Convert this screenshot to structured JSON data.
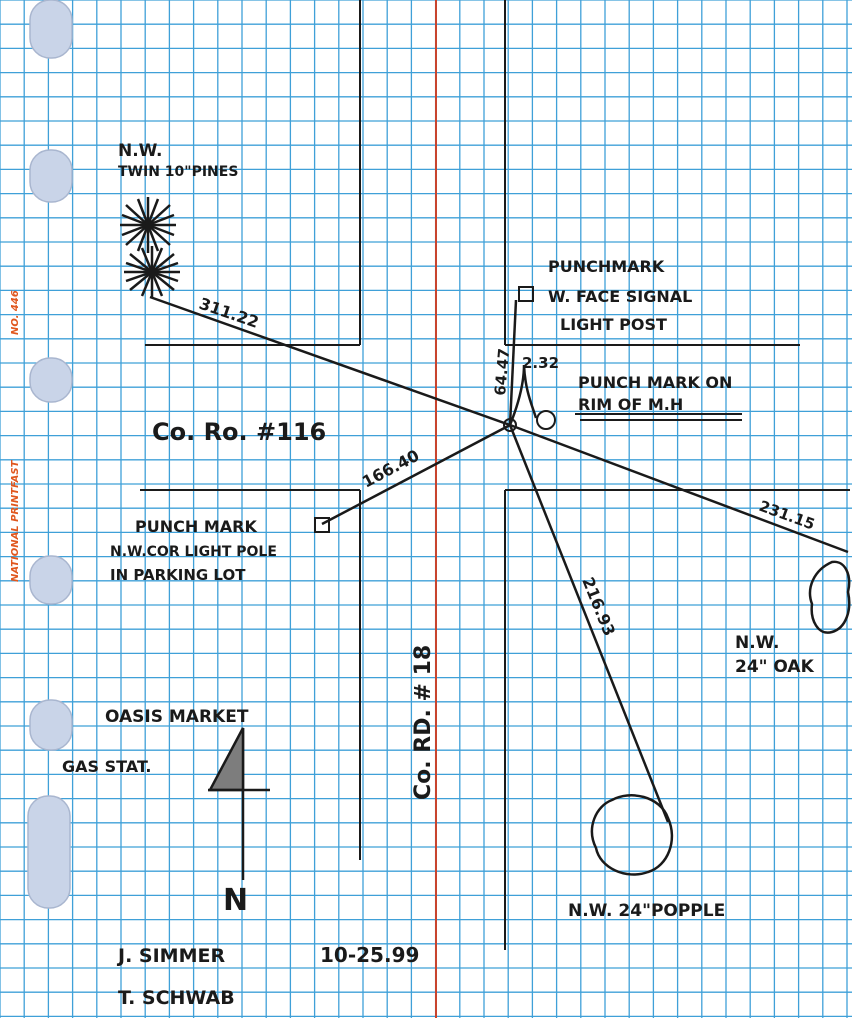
{
  "colors": {
    "grid": "#3fa0d8",
    "margin_line": "#c8442e",
    "ink": "#1a1a1a",
    "hole": "#c9d4e8",
    "brand": "#e0571e"
  },
  "margin_brand": {
    "number": "NO. 446",
    "name": "NATIONAL PRINTFAST"
  },
  "labels": {
    "nw_pines_1": "N.W.",
    "nw_pines_2": "TWIN 10\"PINES",
    "signal_1": "PUNCHMARK",
    "signal_2": "W. FACE SIGNAL",
    "signal_3": "LIGHT POST",
    "mh_1": "PUNCH MARK ON",
    "mh_2": "RIM OF M.H",
    "road_116": "Co. Ro. #116",
    "parking_1": "PUNCH MARK",
    "parking_2": "N.W.COR LIGHT POLE",
    "parking_3": "IN PARKING LOT",
    "oak_1": "N.W.",
    "oak_2": "24\" OAK",
    "road_18": "Co. RD. # 18",
    "market_1": "OASIS MARKET",
    "market_2": "GAS STAT.",
    "north": "N",
    "popple": "N.W.  24\"POPPLE",
    "surveyor_1": "J. SIMMER",
    "surveyor_2": "T. SCHWAB",
    "date": "10-25.99"
  },
  "distances": {
    "pines": "311.22",
    "signal": "64.47",
    "manhole": "2.32",
    "parking": "166.40",
    "oak": "231.15",
    "popple": "216.93"
  }
}
